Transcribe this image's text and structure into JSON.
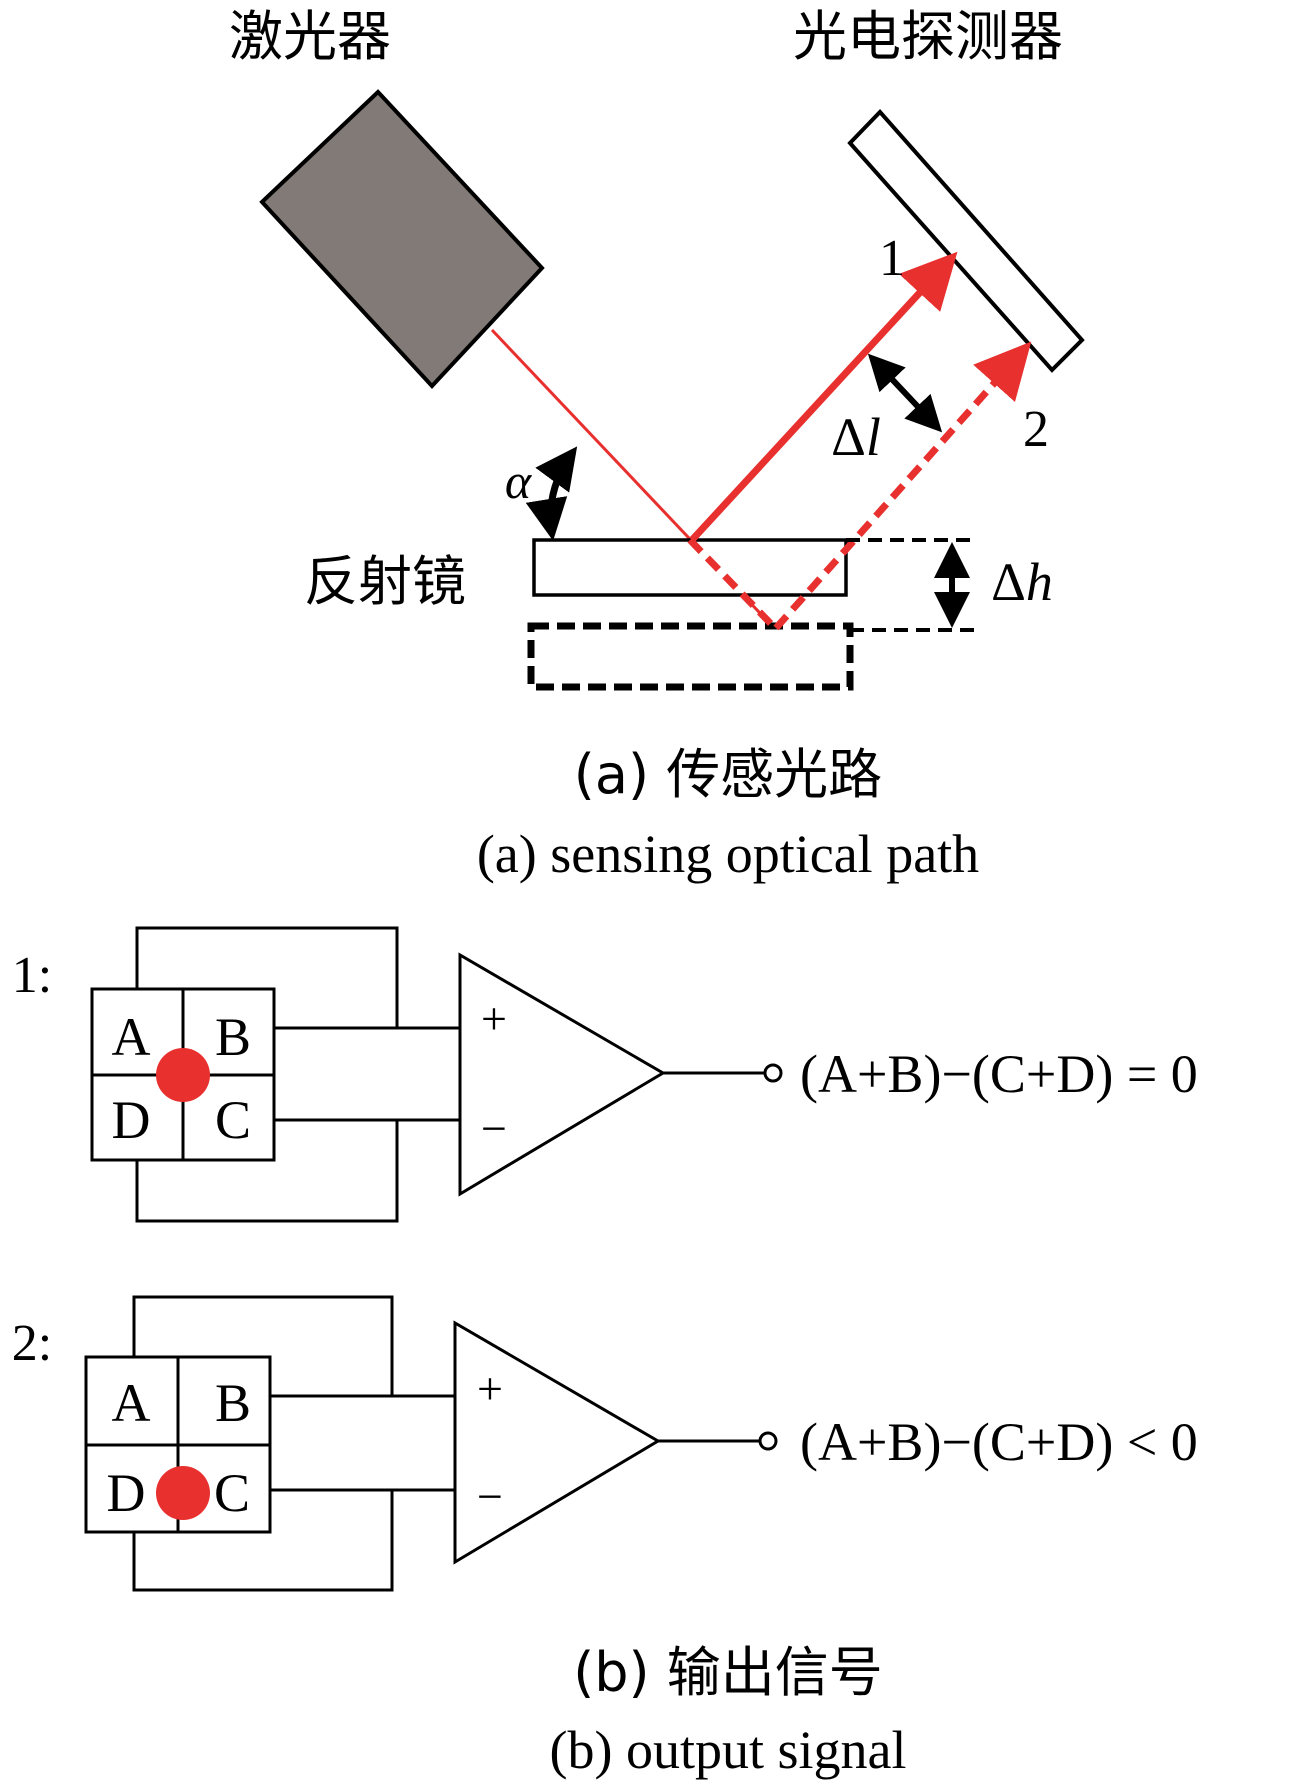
{
  "part_a": {
    "labels": {
      "laser": "激光器",
      "photodetector": "光电探测器",
      "mirror": "反射镜",
      "beam_1": "1",
      "beam_2": "2",
      "angle": "α",
      "delta_l": "Δl",
      "delta_h": "Δh"
    },
    "caption_cn": "(a) 传感光路",
    "caption_en": "(a) sensing optical path"
  },
  "part_b": {
    "rows": [
      {
        "label": "1:",
        "quadrants": [
          "A",
          "B",
          "D",
          "C"
        ],
        "plus": "+",
        "minus": "−",
        "output": "(A+B)−(C+D) = 0"
      },
      {
        "label": "2:",
        "quadrants": [
          "A",
          "B",
          "D",
          "C"
        ],
        "plus": "+",
        "minus": "−",
        "output": "(A+B)−(C+D) < 0"
      }
    ],
    "caption_cn": "(b) 输出信号",
    "caption_en": "(b) output signal"
  },
  "colors": {
    "laser_body": "#827a76",
    "beam": "#e8302f",
    "spot": "#e8302f",
    "line": "#000000"
  }
}
